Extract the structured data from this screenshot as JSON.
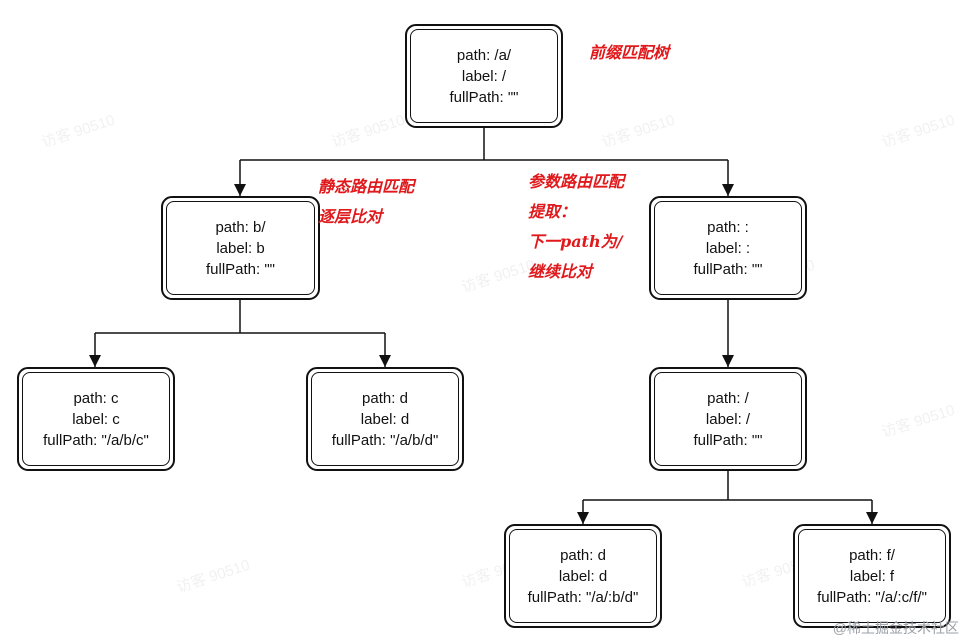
{
  "title": "前缀匹配树",
  "nodes": {
    "root": {
      "path": "path: /a/",
      "label": "label: /",
      "fullPath": "fullPath: \"\""
    },
    "b": {
      "path": "path: b/",
      "label": "label: b",
      "fullPath": "fullPath: \"\""
    },
    "colon": {
      "path": "path: :",
      "label": "label: :",
      "fullPath": "fullPath: \"\""
    },
    "c": {
      "path": "path: c",
      "label": "label: c",
      "fullPath": "fullPath: \"/a/b/c\""
    },
    "d": {
      "path": "path: d",
      "label": "label: d",
      "fullPath": "fullPath: \"/a/b/d\""
    },
    "slash": {
      "path": "path: /",
      "label": "label: /",
      "fullPath": "fullPath: \"\""
    },
    "d2": {
      "path": "path: d",
      "label": "label: d",
      "fullPath": "fullPath: \"/a/:b/d\""
    },
    "f": {
      "path": "path: f/",
      "label": "label: f",
      "fullPath": "fullPath: \"/a/:c/f/\""
    }
  },
  "notes": {
    "static": [
      "静态路由匹配",
      "逐层比对"
    ],
    "param": [
      "参数路由匹配",
      "提取：",
      "下一path为/",
      "继续比对"
    ]
  },
  "watermark": "访客 90510",
  "footer": "@稀土掘金技术社区"
}
